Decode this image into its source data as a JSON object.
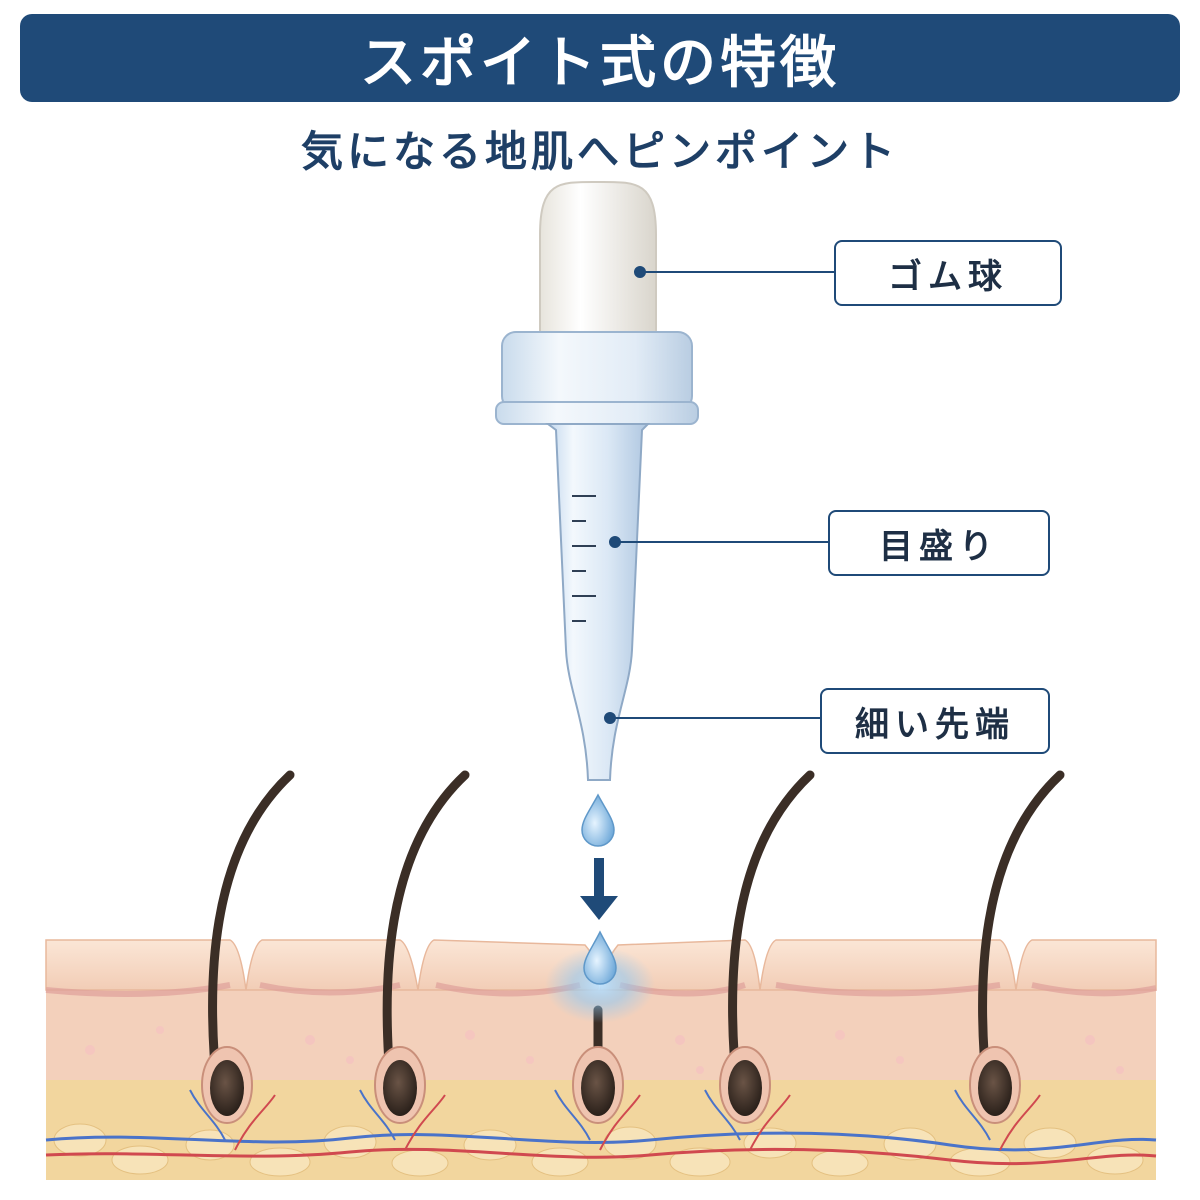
{
  "header": {
    "title": "スポイト式の特徴"
  },
  "subtitle": "気になる地肌へピンポイント",
  "callouts": {
    "bulb": "ゴム球",
    "graduations": "目盛り",
    "tip": "細い先端"
  },
  "colors": {
    "title_bar": "#1f4a78",
    "accent_text": "#1e3f66",
    "arrow": "#1f4a78",
    "drop": "#8fc3ea",
    "skin_top": "#f6d9c6",
    "dermis": "#f3cdb8",
    "fat": "#f1d59a",
    "hair": "#3b2e26",
    "vein": "#4a73c9",
    "artery": "#d0494f"
  }
}
